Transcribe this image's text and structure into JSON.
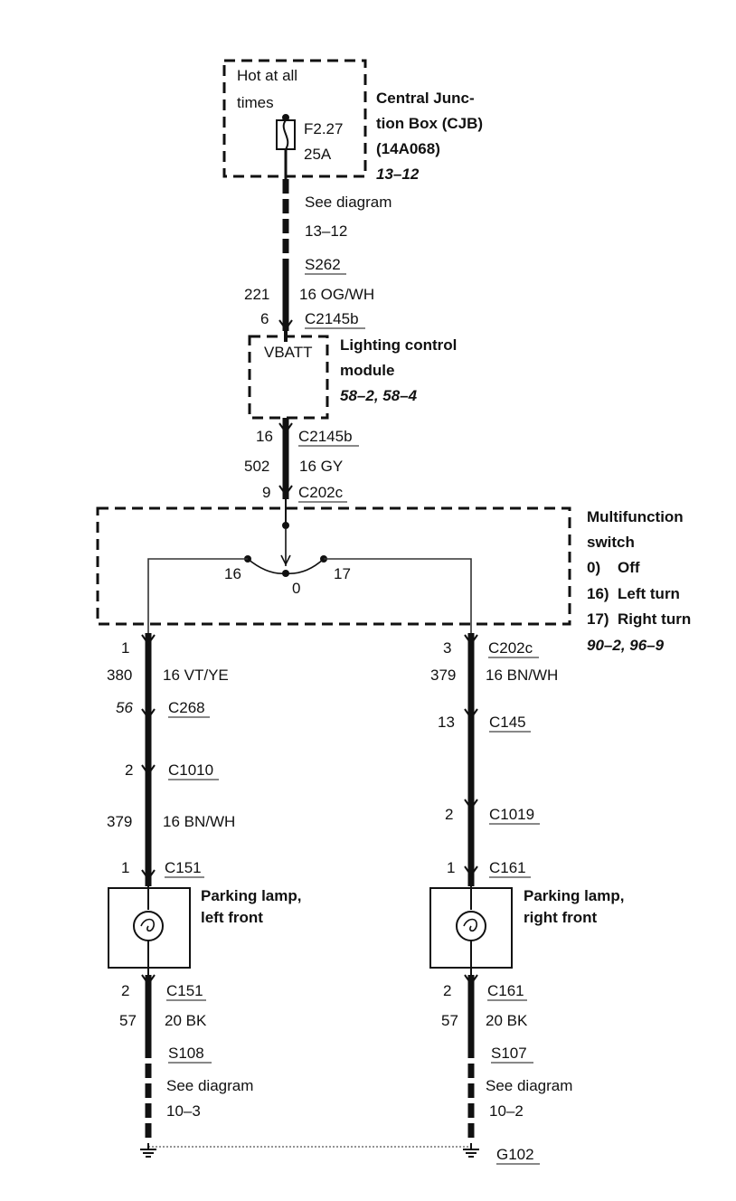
{
  "cjb": {
    "hot_line1": "Hot at all",
    "hot_line2": "times",
    "fuse_id": "F2.27",
    "fuse_rating": "25A",
    "name_line1": "Central Junc-",
    "name_line2": "tion Box (CJB)",
    "part": "(14A068)",
    "ref": "13–12"
  },
  "upper_wire": {
    "see_line1": "See diagram",
    "see_line2": "13–12",
    "splice": "S262",
    "circuit": "221",
    "gauge_color": "16 OG/WH",
    "pin": "6",
    "connector": "C2145b"
  },
  "lcm": {
    "pin_label": "VBATT",
    "name_line1": "Lighting control",
    "name_line2": "module",
    "ref": "58–2, 58–4"
  },
  "lcm_out": {
    "pin": "16",
    "connector": "C2145b",
    "circuit": "502",
    "gauge_color": "16 GY",
    "pin2": "9",
    "connector2": "C202c"
  },
  "switch": {
    "name_line1": "Multifunction",
    "name_line2": "switch",
    "pos_left": "16",
    "pos_center": "0",
    "pos_right": "17",
    "legend": [
      "0)    Off",
      "16)  Left turn",
      "17)  Right turn"
    ],
    "ref": "90–2, 96–9"
  },
  "left_branch": {
    "pin": "1",
    "circuit": "380",
    "gauge_color": "16 VT/YE",
    "c268_pin": "56",
    "c268": "C268",
    "c1010_pin": "2",
    "c1010": "C1010",
    "circuit2": "379",
    "gauge_color2": "16 BN/WH",
    "c151_pin": "1",
    "c151": "C151",
    "lamp_line1": "Parking lamp,",
    "lamp_line2": "left front",
    "c151b_pin": "2",
    "c151b": "C151",
    "ground_circuit": "57",
    "ground_gauge": "20 BK",
    "splice": "S108",
    "see_line1": "See diagram",
    "see_line2": "10–3"
  },
  "right_branch": {
    "pin": "3",
    "connector": "C202c",
    "circuit": "379",
    "gauge_color": "16 BN/WH",
    "c145_pin": "13",
    "c145": "C145",
    "c1019_pin": "2",
    "c1019": "C1019",
    "c161_pin": "1",
    "c161": "C161",
    "lamp_line1": "Parking lamp,",
    "lamp_line2": "right front",
    "c161b_pin": "2",
    "c161b": "C161",
    "ground_circuit": "57",
    "ground_gauge": "20 BK",
    "splice": "S107",
    "see_line1": "See diagram",
    "see_line2": "10–2",
    "ground": "G102"
  }
}
